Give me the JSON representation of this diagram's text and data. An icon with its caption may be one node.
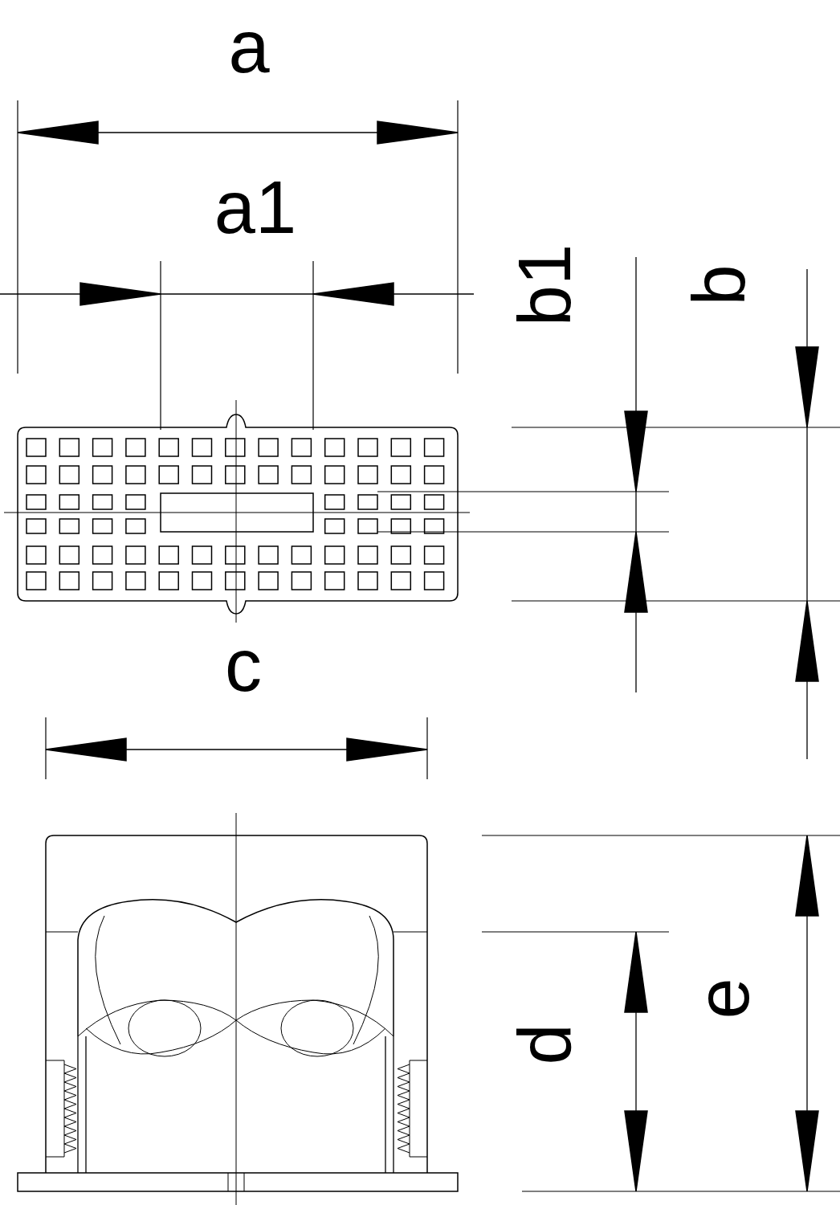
{
  "diagram": {
    "labels": [
      "a",
      "a1",
      "b1",
      "b",
      "c",
      "e",
      "d"
    ]
  }
}
